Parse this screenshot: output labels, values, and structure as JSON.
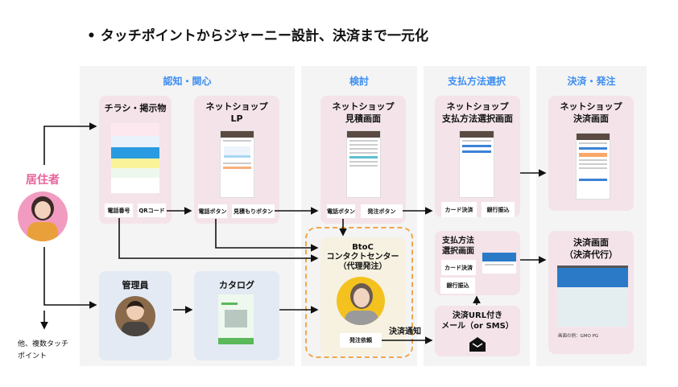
{
  "title": "タッチポイントからジャーニー設計、決済まで一元化",
  "columns": [
    "認知・関心",
    "検討",
    "支払方法選択",
    "決済・発注"
  ],
  "resident": {
    "label": "居住者"
  },
  "other_touchpoints": [
    "他、複数タッチ",
    "ポイント"
  ],
  "flyer": {
    "title": "チラシ・掲示物",
    "buttons": [
      "電話番号",
      "QRコード"
    ]
  },
  "lp": {
    "title": [
      "ネットショップ",
      "LP"
    ],
    "buttons": [
      "電話ボタン",
      "見積もりボタン"
    ]
  },
  "estimate": {
    "title": [
      "ネットショップ",
      "見積画面"
    ],
    "buttons": [
      "電話ボタン",
      "発注ボタン"
    ]
  },
  "payment_select": {
    "title": [
      "ネットショップ",
      "支払方法選択画面"
    ],
    "buttons": [
      "カード決済",
      "銀行振込"
    ]
  },
  "checkout": {
    "title": [
      "ネットショップ",
      "決済画面"
    ]
  },
  "manager": {
    "title": "管理員"
  },
  "catalog": {
    "title": "カタログ"
  },
  "contact_center": {
    "title": [
      "BtoC",
      "コンタクトセンター",
      "（代理発注）"
    ],
    "button": "発注依頼"
  },
  "payment_notice_label": "決済通知",
  "payment_method_card": {
    "title": [
      "支払方法",
      "選択画面"
    ],
    "buttons": [
      "カード決済",
      "銀行振込"
    ]
  },
  "mail_card": {
    "title": [
      "決済URL付き",
      "メール（or SMS）"
    ],
    "icon": "mail-icon"
  },
  "payment_agency": {
    "title": [
      "決済画面",
      "（決済代行）"
    ],
    "caption": "画面の例：GMO PG"
  },
  "colors": {
    "accent": "#3d8ef0",
    "resident": "#e8639a",
    "card_pink": "#f4e4ea",
    "card_blue": "#e3eaf4",
    "dashed": "#f0a64a"
  }
}
